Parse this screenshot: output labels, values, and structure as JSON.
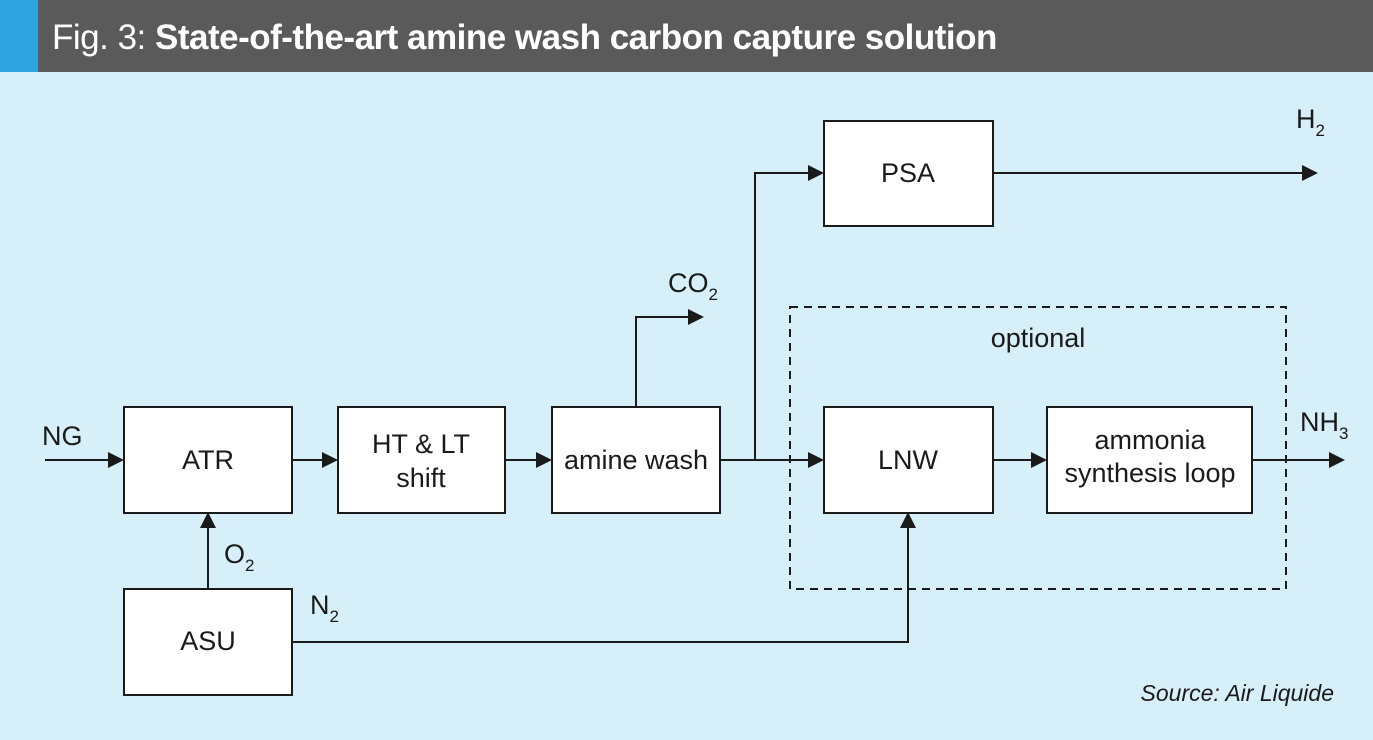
{
  "header": {
    "figure_number": "Fig. 3:",
    "title": "State-of-the-art amine wash carbon capture solution"
  },
  "boxes": {
    "atr": "ATR",
    "shift_line1": "HT & LT",
    "shift_line2": "shift",
    "amine_wash": "amine wash",
    "psa": "PSA",
    "lnw": "LNW",
    "ammonia_line1": "ammonia",
    "ammonia_line2": "synthesis loop",
    "asu": "ASU"
  },
  "streams": {
    "ng": "NG",
    "co2_base": "CO",
    "co2_sub": "2",
    "h2_base": "H",
    "h2_sub": "2",
    "nh3_base": "NH",
    "nh3_sub": "3",
    "o2_base": "O",
    "o2_sub": "2",
    "n2_base": "N",
    "n2_sub": "2"
  },
  "optional_label": "optional",
  "source": "Source: Air Liquide",
  "colors": {
    "header_bg": "#5a5a5a",
    "header_accent": "#2ea3dd",
    "panel_bg": "#d7eff9"
  }
}
